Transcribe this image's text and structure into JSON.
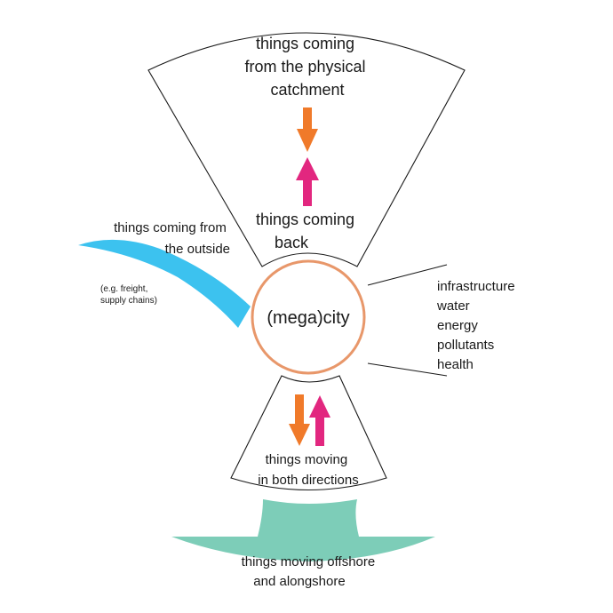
{
  "colors": {
    "outline": "#1a1a1a",
    "city_ring": "#e8976a",
    "arrow_orange": "#f07a2a",
    "arrow_pink": "#e2277f",
    "outside_flow": "#3cc2ef",
    "offshore_flow": "#7dcdb8"
  },
  "catchment": {
    "label_lines": [
      "things coming",
      "from the physical",
      "catchment"
    ],
    "return_label_lines": [
      "things coming",
      "back"
    ]
  },
  "city": {
    "label": "(mega)city"
  },
  "outside": {
    "label_lines": [
      "things coming from",
      "the outside"
    ],
    "note_lines": [
      "(e.g. freight,",
      "supply chains)"
    ]
  },
  "aspects": {
    "items": [
      "infrastructure",
      "water",
      "energy",
      "pollutants",
      "health"
    ]
  },
  "both_directions": {
    "label_lines": [
      "things moving",
      "in both directions"
    ]
  },
  "offshore": {
    "label_lines": [
      "things moving offshore",
      "and alongshore"
    ]
  }
}
